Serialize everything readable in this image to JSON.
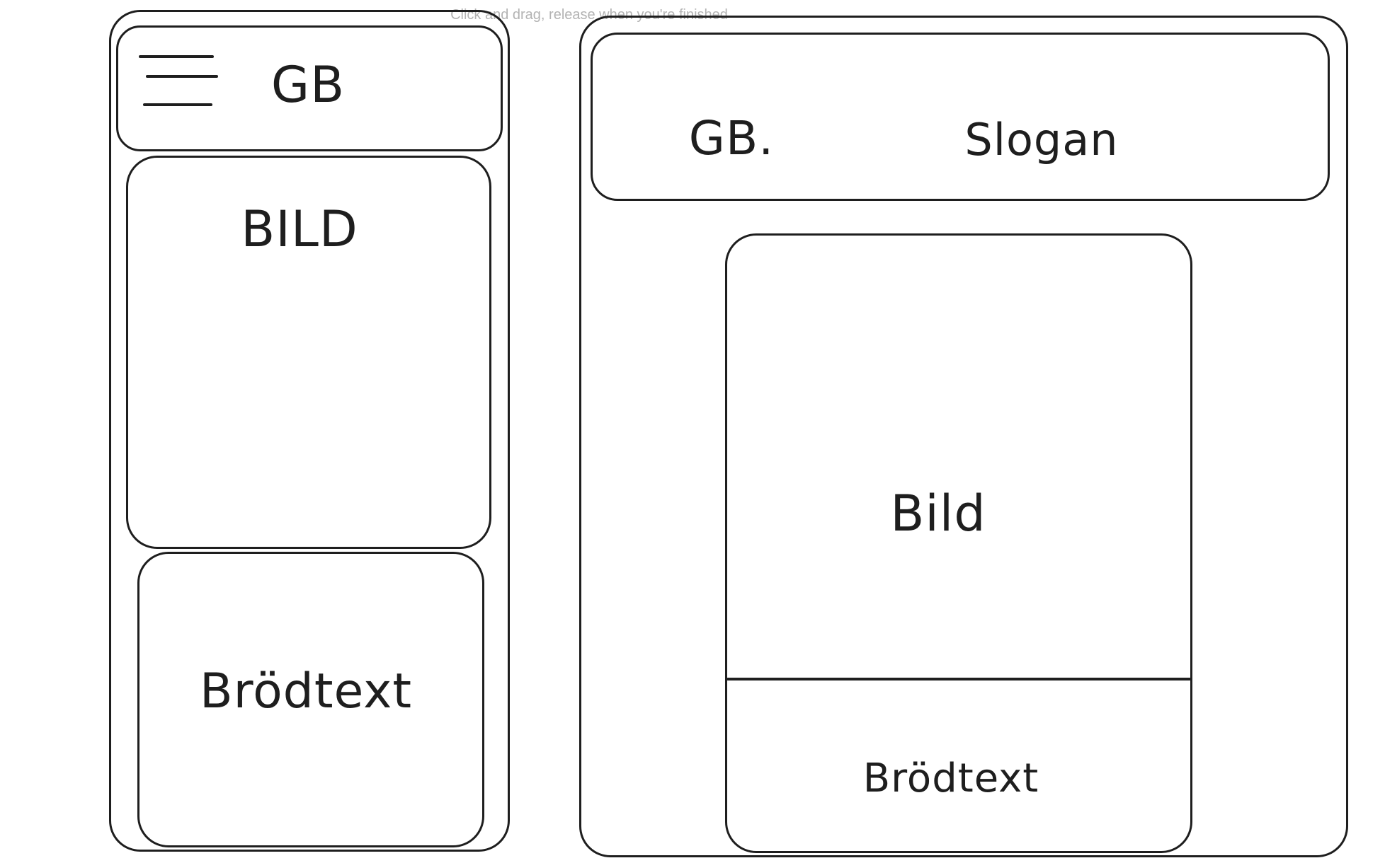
{
  "hint": "Click and drag, release when you're finished",
  "mobile": {
    "logo": "GB",
    "menu_icon": "hamburger-menu-icon",
    "image_label": "BILD",
    "body_label": "Brödtext"
  },
  "desktop": {
    "logo": "GB.",
    "slogan": "Slogan",
    "image_label": "Bild",
    "body_label": "Brödtext"
  },
  "colors": {
    "stroke": "#1e1e1e",
    "background": "#ffffff",
    "hint": "#b3b3b3"
  }
}
